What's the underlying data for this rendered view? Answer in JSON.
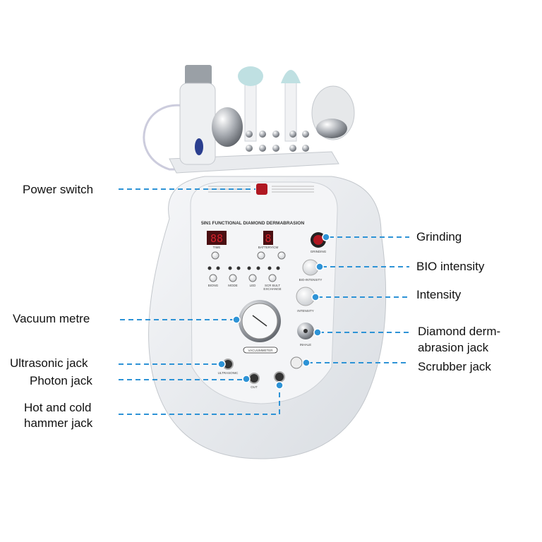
{
  "panel": {
    "title": "5IN1 FUNCTIONAL DIAMOND DERMABRASION",
    "time": "TIME",
    "battery": "BATTERY/CM",
    "grinding": "GRINDING",
    "bio_intensity": "BIO-INTENSITY",
    "intensity": "INTENSITY",
    "inhale": "INHALE",
    "vacuummeter": "VACUUMMETER",
    "ultrasonic": "ULTRASONIC",
    "out": "OUT",
    "bio": "BIONG",
    "mode": "MODE",
    "led": "LED",
    "scr1": "SCR BULT",
    "scr2": "EXCHANGE",
    "display_left": "88",
    "display_right": "8"
  },
  "callouts": {
    "power_switch": "Power switch",
    "grinding": "Grinding",
    "bio_intensity": "BIO intensity",
    "intensity": "Intensity",
    "vacuum_metre": "Vacuum metre",
    "diamond_line1": "Diamond derm-",
    "diamond_line2": "abrasion jack",
    "scrubber_jack": "Scrubber jack",
    "ultrasonic_jack": "Ultrasonic jack",
    "photon_jack": "Photon jack",
    "hammer_line1": "Hot and cold",
    "hammer_line2": "hammer jack"
  },
  "colors": {
    "callout_line": "#2e93d6",
    "display": "#d0202a"
  }
}
